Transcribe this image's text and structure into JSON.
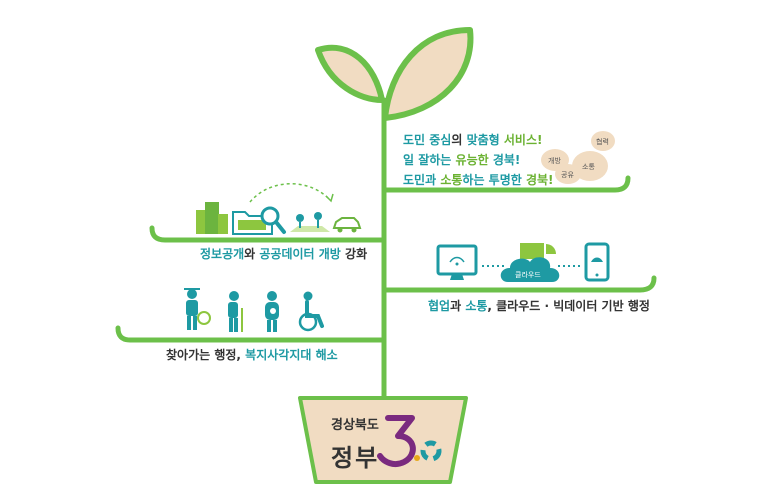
{
  "colors": {
    "stem": "#6cc04a",
    "leaf_fill": "#f1dcc2",
    "leaf_stroke": "#6cc04a",
    "pot_fill": "#f1dcc2",
    "teal": "#1e9aa3",
    "green": "#6bb232",
    "building": "#8dc63f",
    "people": "#1e9aa3",
    "cloud": "#1e9aa3"
  },
  "branches": {
    "top_right": {
      "lines": [
        {
          "a": "도민 중심",
          "b": "의 ",
          "c": "맞춤형",
          "d": " 서비스!"
        },
        {
          "a": "일 잘하는 ",
          "b": "유능한",
          "c": " 경북!"
        },
        {
          "a": "도민과 ",
          "b": "소통",
          "c": "하는 ",
          "d": "투명한",
          "e": " 경북!"
        }
      ],
      "bubbles": [
        "개방",
        "공유",
        "소통",
        "협력"
      ]
    },
    "mid_left": {
      "a": "정보공개",
      "b": "와 ",
      "c": "공공데이터 개방",
      "d": " 강화"
    },
    "mid_right": {
      "a": "협업",
      "b": "과 ",
      "c": "소통",
      "d": ", 클라우드 · 빅데이터 기반 행정",
      "cloud_label": "클라우드"
    },
    "bottom_left": {
      "a": "찾아가는 행정, ",
      "b": "복지사각지대 해소"
    }
  },
  "pot": {
    "top_text": "경상북도",
    "main_text": "정부",
    "version_digit": "3",
    "version_dot": ".",
    "version_zero": "0"
  },
  "icons": [
    "building-icon",
    "folder-icon",
    "magnifier-icon",
    "network-icon",
    "car-icon",
    "worker-icon",
    "elderly-icon",
    "pregnant-icon",
    "wheelchair-icon",
    "monitor-icon",
    "cloud-icon",
    "smartphone-icon"
  ]
}
